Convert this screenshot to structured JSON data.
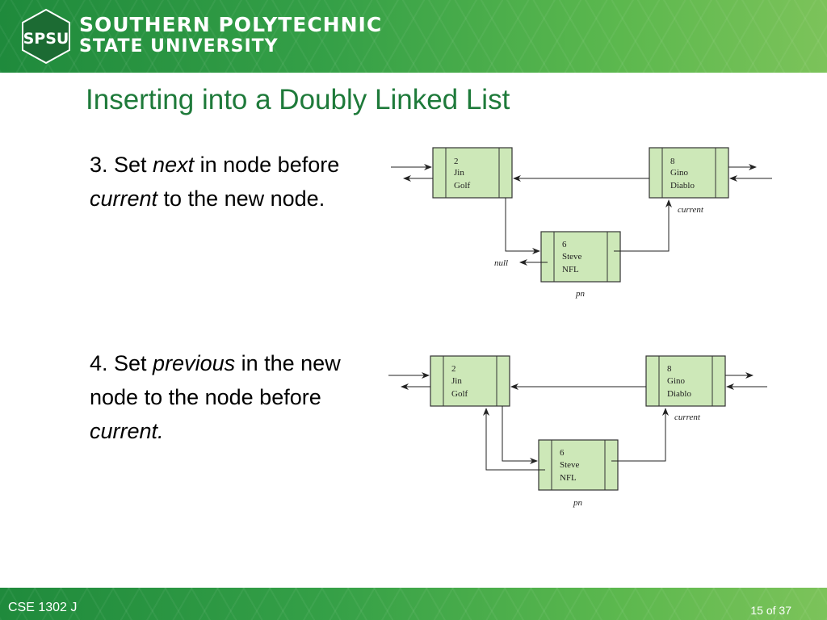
{
  "header": {
    "logo_abbrev": "SPSU",
    "line1": "SOUTHERN POLYTECHNIC",
    "line2": "STATE UNIVERSITY"
  },
  "slide": {
    "title": "Inserting into a Doubly Linked List",
    "step3": {
      "prefix": "3. Set ",
      "em1": "next",
      "mid1": " in node before ",
      "em2": "current",
      "suffix": " to the new node."
    },
    "step4": {
      "prefix": "4. Set ",
      "em1": "previous",
      "mid1": " in the new node to the node before ",
      "em2": "current."
    }
  },
  "diagram1": {
    "left_node": [
      "2",
      "Jin",
      "Golf"
    ],
    "right_node": [
      "8",
      "Gino",
      "Diablo"
    ],
    "new_node": [
      "6",
      "Steve",
      "NFL"
    ],
    "current_label": "current",
    "pn_label": "pn",
    "null_label": "null"
  },
  "diagram2": {
    "left_node": [
      "2",
      "Jin",
      "Golf"
    ],
    "right_node": [
      "8",
      "Gino",
      "Diablo"
    ],
    "new_node": [
      "6",
      "Steve",
      "NFL"
    ],
    "current_label": "current",
    "pn_label": "pn"
  },
  "footer": {
    "course": "CSE 1302 J",
    "page": "15 of 37"
  },
  "colors": {
    "brand_green": "#2f9a45",
    "title_green": "#1e7a3a",
    "node_fill": "#cde8b8"
  }
}
